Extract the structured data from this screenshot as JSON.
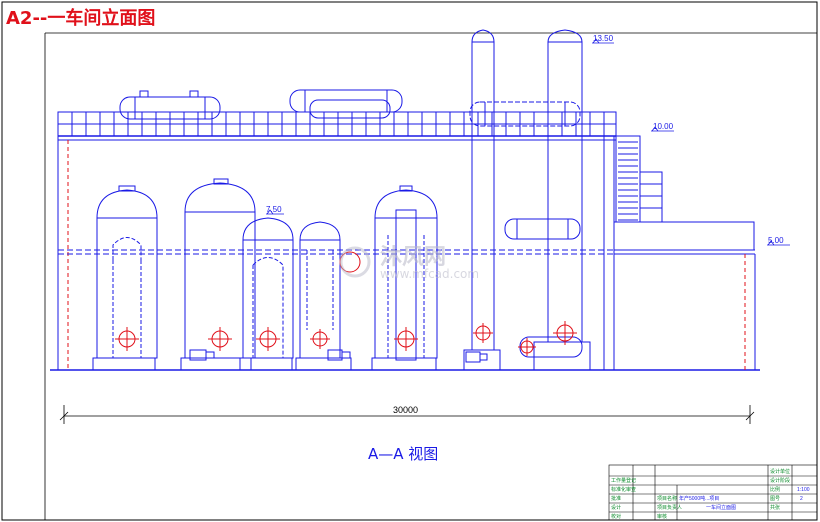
{
  "drawing_title": "A2--一车间立面图",
  "view_label": "A—A 视图",
  "overall_dimension": "30000",
  "elevations": {
    "top": "13.50",
    "roof": "10.00",
    "mid": "7.50",
    "floor": "5.00"
  },
  "watermark": {
    "name": "沐风网",
    "url": "www.mfcad.com"
  },
  "title_block": {
    "rows_left": [
      "工作量登记",
      "标准化审查",
      "批准",
      "设计",
      "校对"
    ],
    "rows_mid": [
      "项目名称",
      "项目负责人",
      "审核"
    ],
    "project": "年产5000吨...项目",
    "drawing_name": "一车间立面图",
    "design_unit": "设计单位",
    "design_stage": "设计阶段",
    "scale_label": "比例",
    "scale_value": "1:100",
    "sheet_label": "图号",
    "sheet_value": "2",
    "sheets_label": "共张"
  },
  "colors": {
    "line": "#1a1ae6",
    "title": "#e0101a",
    "frame": "#000000",
    "titleblock": "#0a8a2a",
    "red": "#e0101a"
  }
}
